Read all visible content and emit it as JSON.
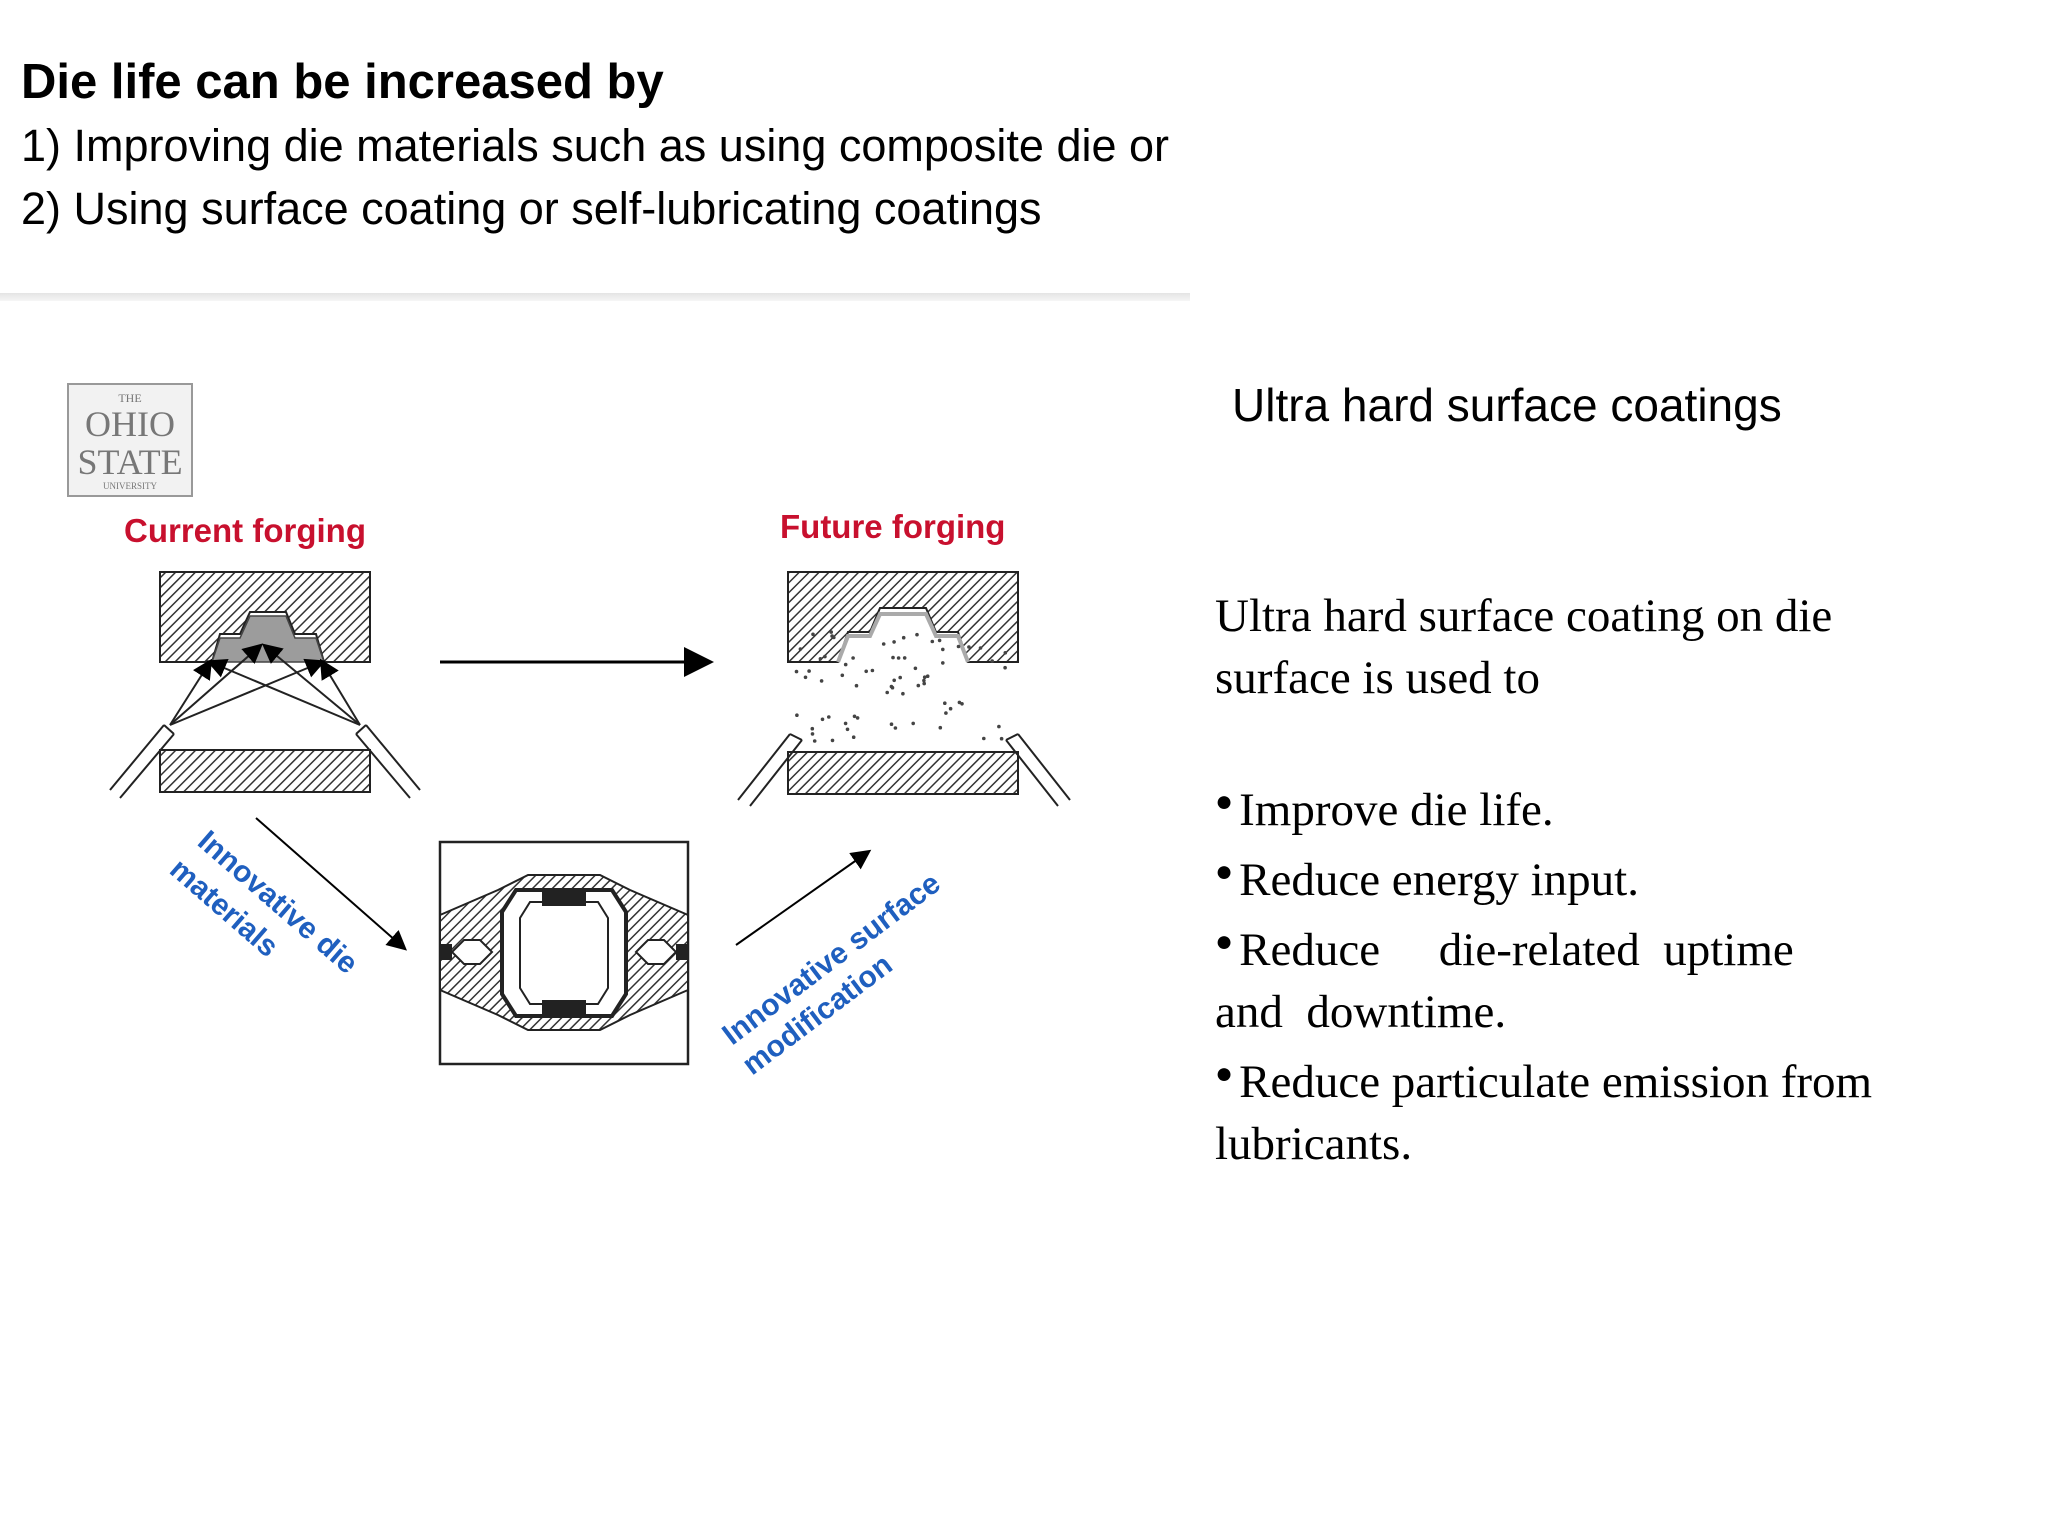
{
  "header": {
    "title": "Die life can be increased by",
    "line1": "1) Improving die materials such as using composite die or",
    "line2": "2) Using surface coating or self-lubricating coatings"
  },
  "figure": {
    "logo": {
      "top": "THE",
      "line1": "OHIO",
      "line2": "STATE",
      "bottom": "UNIVERSITY"
    },
    "current_label": "Current forging",
    "future_label": "Future forging",
    "left_diag_line1": "Innovative die",
    "left_diag_line2": "materials",
    "right_diag_line1": "Innovative surface",
    "right_diag_line2": "modification"
  },
  "side": {
    "title": "Ultra hard surface coatings",
    "intro_line1": "Ultra hard surface coating on die",
    "intro_line2": "surface is used to",
    "bullets": [
      "Improve die life.",
      "Reduce energy input.",
      "Reduce     die-related  uptime",
      "and  downtime.",
      "Reduce particulate emission from",
      "lubricants."
    ]
  },
  "colors": {
    "label_red": "#c8102e",
    "label_blue": "#1f5fbf",
    "hatch": "#333333"
  }
}
